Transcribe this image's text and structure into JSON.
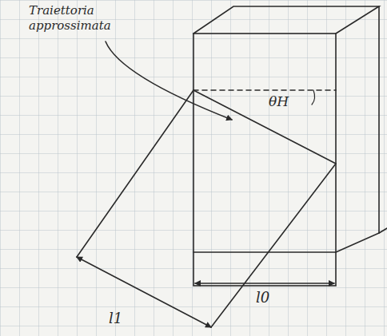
{
  "diagram": {
    "labels": [
      "Traiettoria approssimata",
      "θH",
      "l1",
      "l0"
    ]
  }
}
